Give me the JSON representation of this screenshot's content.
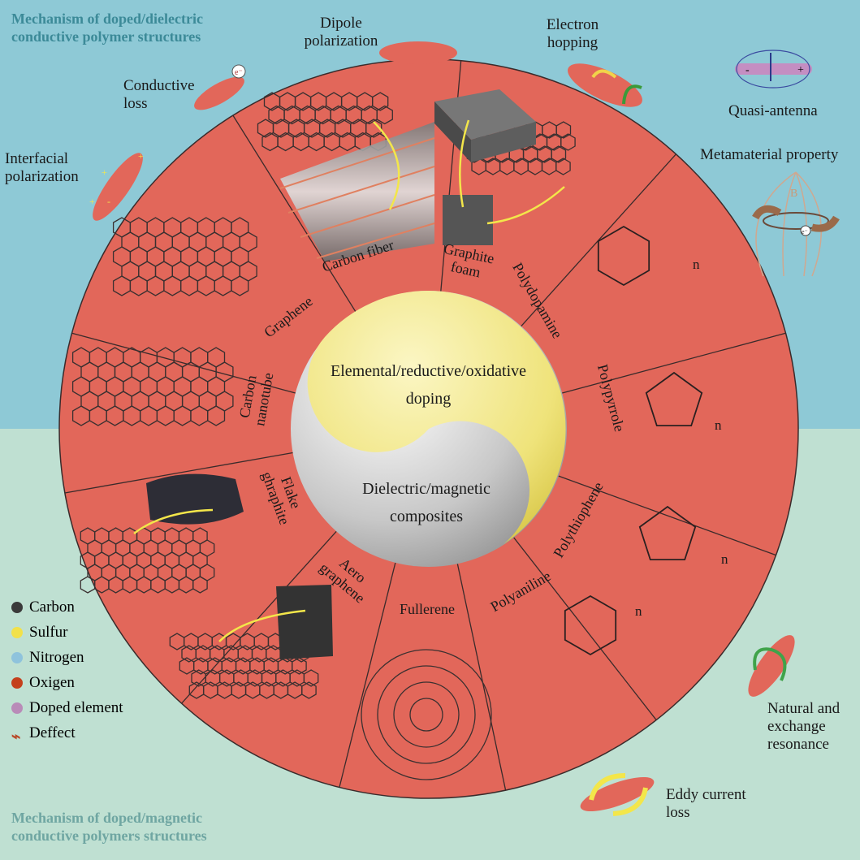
{
  "corner_titles": {
    "top": [
      "Mechanism of doped/dielectric",
      "conductive polymer structures"
    ],
    "bottom": [
      "Mechanism of doped/magnetic",
      "conductive polymers structures"
    ]
  },
  "center": {
    "top_label": [
      "Elemental/reductive/oxidative",
      "doping"
    ],
    "bottom_label": [
      "Dielectric/magnetic",
      "composites"
    ]
  },
  "segments": [
    [
      "Carbon fiber"
    ],
    [
      "Graphite",
      "foam"
    ],
    [
      "Polydopamine"
    ],
    [
      "Polypyrrole"
    ],
    [
      "Polythiophene"
    ],
    [
      "Polyaniline"
    ],
    [
      "Fullerene"
    ],
    [
      "Aero",
      "graphene"
    ],
    [
      "Flake",
      "ghraphite"
    ],
    [
      "Carbon",
      "nanotube"
    ],
    [
      "Graphene"
    ]
  ],
  "mechanisms": {
    "dipole": [
      "Dipole",
      "polarization"
    ],
    "electron_hopping": [
      "Electron",
      "hopping"
    ],
    "conductive_loss": [
      "Conductive",
      "loss"
    ],
    "interfacial": [
      "Interfacial",
      "polarization"
    ],
    "quasi_antenna": [
      "Quasi-antenna"
    ],
    "metamaterial": [
      "Metamaterial property"
    ],
    "natural_resonance": [
      "Natural and",
      "exchange",
      "resonance"
    ],
    "eddy_current": [
      "Eddy current",
      "loss"
    ]
  },
  "diagram_marks": {
    "subscript_n": "n",
    "electron": "e⁻",
    "field_B": "B",
    "plus": "+",
    "minus": "-"
  },
  "legend": [
    {
      "label": "Carbon",
      "color": "#3a3a3a"
    },
    {
      "label": "Sulfur",
      "color": "#f2e14a"
    },
    {
      "label": "Nitrogen",
      "color": "#8fc3dc"
    },
    {
      "label": "Oxigen",
      "color": "#c4401c"
    },
    {
      "label": "Doped element",
      "color": "#b98bb8"
    },
    {
      "label": "Deffect",
      "color": "#b84a2a",
      "shape": "defect"
    }
  ],
  "colors": {
    "ring": "#e2675a",
    "ring_stroke": "#3a2b2b",
    "bg_top": "#8ec9d6",
    "bg_bottom": "#bfe0d2",
    "yin_yellow": "#f2ea8a",
    "yin_gray": "#cfcfcf",
    "title_top": "#3c8a98",
    "title_bottom": "#6fa6a2"
  }
}
